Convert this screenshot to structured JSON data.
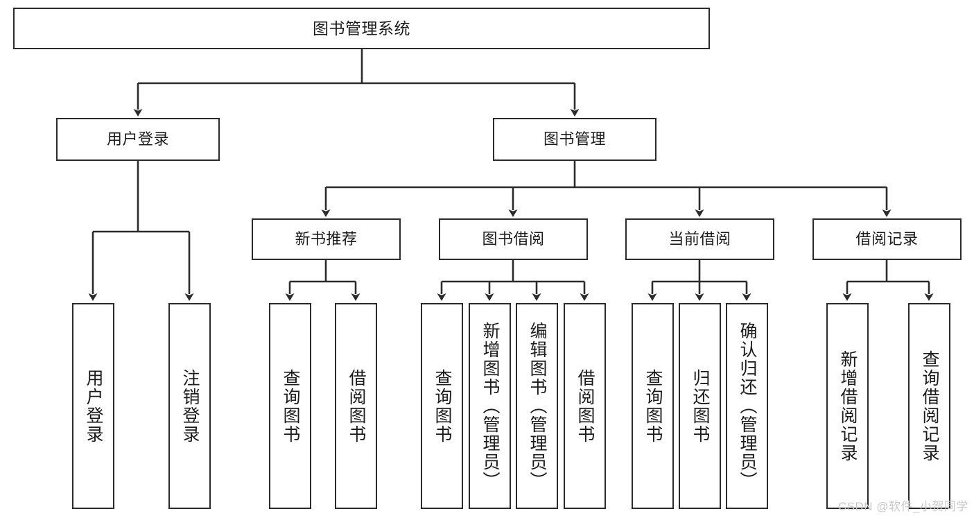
{
  "diagram": {
    "title": "图书管理系统",
    "watermark": "CSDN @软件_小贺同学",
    "colors": {
      "box_border": "#2b2b2b",
      "box_fill": "#ffffff",
      "connector": "#2b2b2b",
      "text": "#1b1b1b",
      "watermark": "#c9c9c9",
      "background": "#ffffff"
    },
    "root": {
      "label": "图书管理系统"
    },
    "level2": [
      {
        "label": "用户登录"
      },
      {
        "label": "图书管理"
      }
    ],
    "level3": [
      {
        "label": "新书推荐"
      },
      {
        "label": "图书借阅"
      },
      {
        "label": "当前借阅"
      },
      {
        "label": "借阅记录"
      }
    ],
    "leaves": {
      "user_login": [
        {
          "label": "用户登录"
        },
        {
          "label": "注销登录"
        }
      ],
      "new_book_recommend": [
        {
          "label": "查询图书"
        },
        {
          "label": "借阅图书"
        }
      ],
      "book_borrow": [
        {
          "label": "查询图书"
        },
        {
          "label": "新增图书（管理员）"
        },
        {
          "label": "编辑图书（管理员）"
        },
        {
          "label": "借阅图书"
        }
      ],
      "current_borrow": [
        {
          "label": "查询图书"
        },
        {
          "label": "归还图书"
        },
        {
          "label": "确认归还（管理员）"
        }
      ],
      "borrow_record": [
        {
          "label": "新增借阅记录"
        },
        {
          "label": "查询借阅记录"
        }
      ]
    }
  }
}
